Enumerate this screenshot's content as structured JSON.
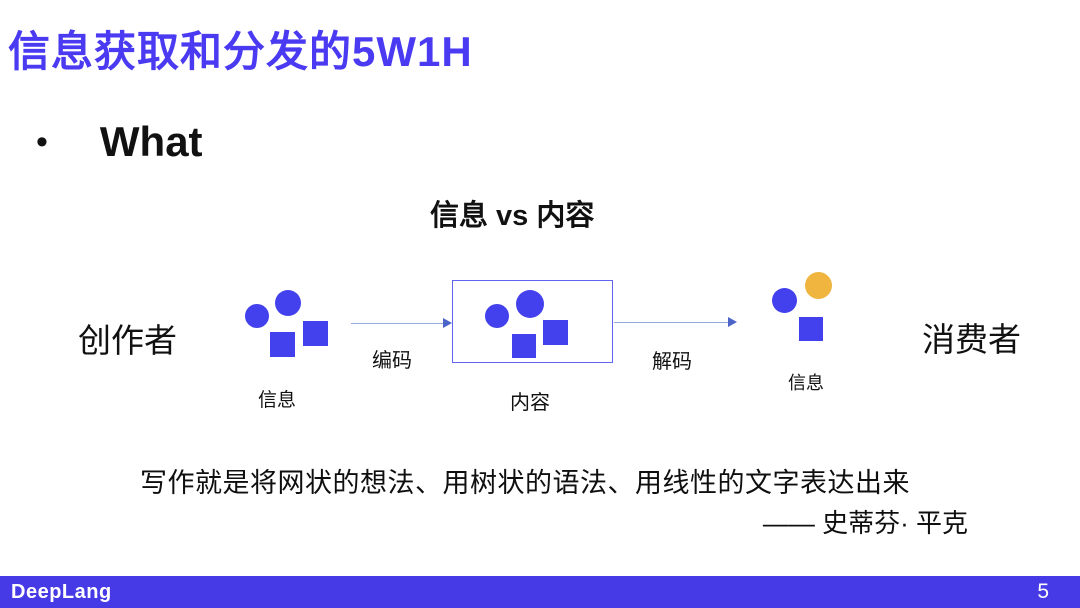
{
  "slide": {
    "title": "信息获取和分发的5W1H",
    "bullet": {
      "marker": "•",
      "label": "What"
    },
    "diagram": {
      "heading": "信息 vs 内容",
      "creator_label": "创作者",
      "encode_label": "编码",
      "content_box_label": "内容",
      "decode_label": "解码",
      "left_info_label": "信息",
      "right_info_label": "信息",
      "consumer_label": "消费者"
    },
    "quote": {
      "line": "写作就是将网状的想法、用树状的语法、用线性的文字表达出来",
      "attribution": "—— 史蒂芬· 平克"
    },
    "footer": {
      "brand": "DeepLang",
      "page_number": "5"
    }
  },
  "colors": {
    "title_color": "#4a3af2",
    "shape_blue": "#4340ee",
    "shape_yellow": "#efb53f",
    "box_border": "#6165ee",
    "arrow_line": "#92aade",
    "arrow_head": "#4c63c8",
    "footer_bg": "#4639e6",
    "footer_text": "#ffffff",
    "text_color": "#141414"
  }
}
